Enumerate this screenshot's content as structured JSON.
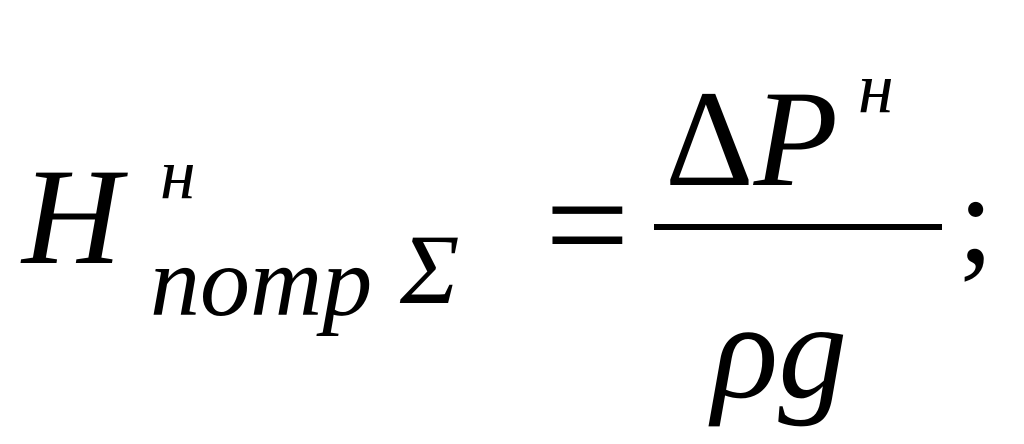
{
  "formula": {
    "main_symbol": "H",
    "main_superscript": "н",
    "main_subscript": "nomp",
    "sum_symbol": "Σ",
    "equals": "=",
    "numerator": {
      "delta": "Δ",
      "variable": "P",
      "superscript": "н"
    },
    "denominator": "ρg",
    "terminator": ";"
  }
}
